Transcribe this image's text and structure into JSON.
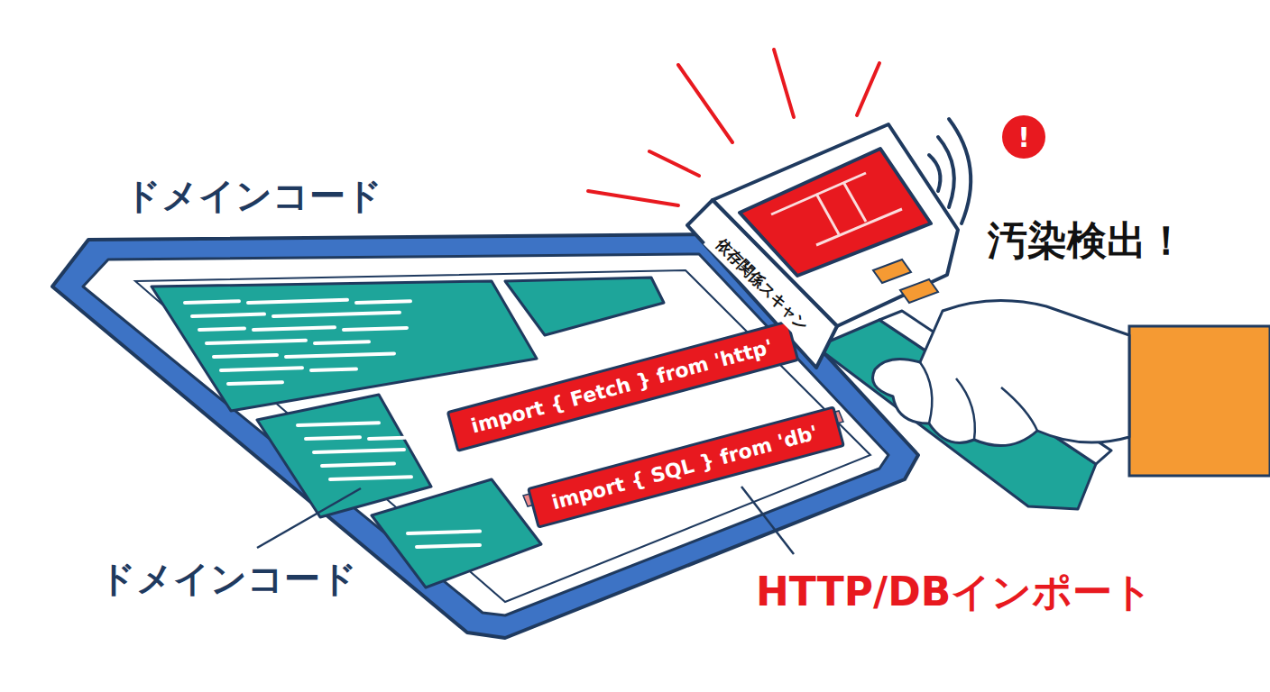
{
  "diagram": {
    "nodes": [
      {
        "text": [
          "import { Fetch } from 'http'"
        ]
      },
      {
        "text": [
          "import { SQL } from 'db'"
        ]
      },
      {
        "text": [
          "依存関係スキャン"
        ]
      }
    ],
    "labels": [
      "ドメインコード",
      "ドメインコード",
      "HTTP/DBインポート",
      "汚染検出！",
      "!"
    ]
  }
}
